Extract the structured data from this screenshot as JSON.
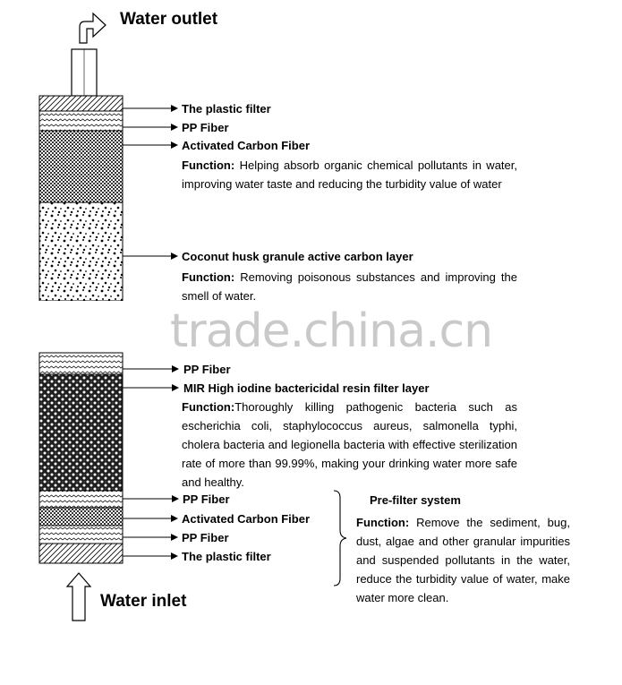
{
  "outlet_label": "Water outlet",
  "inlet_label": "Water inlet",
  "layers": {
    "plastic_filter_top": "The plastic filter",
    "pp_fiber_top": "PP Fiber",
    "activated_carbon_top": "Activated Carbon Fiber",
    "coconut_layer": "Coconut husk granule active carbon layer",
    "pp_fiber_mid": "PP Fiber",
    "mir_layer": "MIR High iodine bactericidal resin filter layer",
    "pp_fiber_low": "PP Fiber",
    "activated_carbon_low": "Activated Carbon Fiber",
    "pp_fiber_bottom": "PP Fiber",
    "plastic_filter_bottom": "The plastic filter"
  },
  "function_prefix": "Function:",
  "functions": {
    "activated_carbon": "Helping absorb organic chemical pollutants in water, improving water taste and reducing the turbidity value of water",
    "coconut": "Removing poisonous substances and improving the smell of water.",
    "mir": "Thoroughly killing pathogenic bacteria such as escherichia coli, staphylococcus aureus, salmonella typhi, cholera bacteria and legionella bacteria with effective sterilization rate of more than 99.99%, making your drinking water more safe and healthy.",
    "prefilter": "Remove the sediment, bug, dust, algae and other granular impurities and suspended pollutants in the water, reduce the turbidity value of water, make water more clean."
  },
  "prefilter_title": "Pre-filter system",
  "watermark": "trade.china.cn"
}
